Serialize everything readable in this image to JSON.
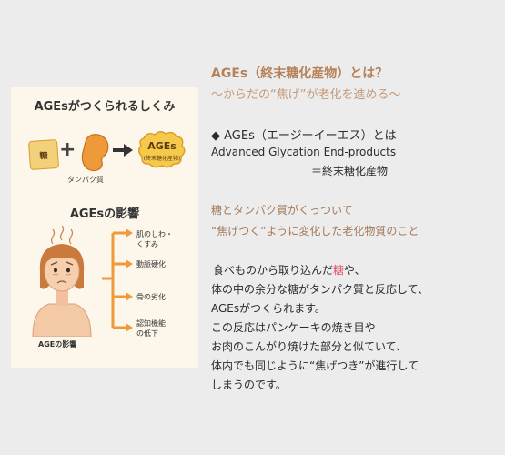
{
  "infographic": {
    "title": "AGEsがつくられるしくみ",
    "sugar_label": "糖",
    "protein_label": "タンパク質",
    "ages_label": "AGEs",
    "ages_sub": "(終末糖化産物)",
    "effects_title": "AGEsの影響",
    "person_caption": "AGEの影響",
    "effects": [
      "肌のしわ・",
      "くすみ",
      "動脈硬化",
      "骨の劣化",
      "認知機能",
      "の低下"
    ],
    "colors": {
      "card_bg": "#fdf6ea",
      "accent_orange": "#ef9a3a",
      "ages_yellow": "#f6c94b"
    }
  },
  "heading": {
    "title": "AGEs（終末糖化産物）とは？",
    "subtitle": "〜からだの“焦げ”が老化を進める〜"
  },
  "definition": {
    "line1": "◆ AGEs（エージーイーエス）とは",
    "line2": "Advanced Glycation End-products",
    "line3": "＝終末糖化産物"
  },
  "catch": {
    "line1": "糖とタンパク質がくっついて",
    "line2": "“焦げつく”ように変化した老化物質のこと"
  },
  "body": {
    "line1_pre": "食べものから取り込んだ",
    "line1_hl": "糖",
    "line1_post": "や、",
    "line2": "体の中の余分な糖がタンパク質と反応して、",
    "line3": "AGEsがつくられます。",
    "line4": "この反応はパンケーキの焼き目や",
    "line5": "お肉のこんがり焼けた部分と似ていて、",
    "line6": "体内でも同じように“焦げつき”が進行して",
    "line7": "しまうのです。"
  },
  "colors": {
    "background": "#ececec",
    "heading": "#b5825a",
    "highlight": "#e0556a"
  }
}
